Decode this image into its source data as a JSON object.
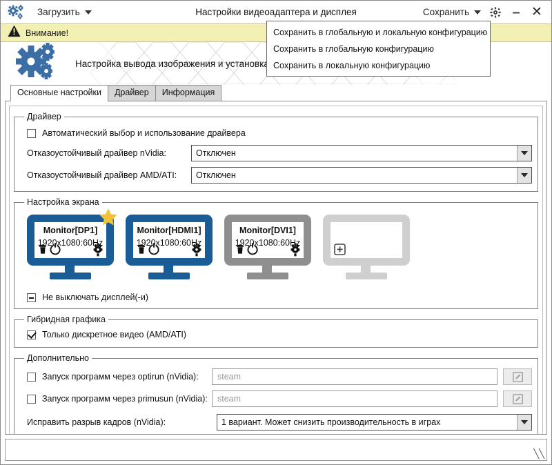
{
  "window": {
    "title": "Настройки видеоадаптера и дисплея",
    "load_menu_label": "Загрузить",
    "save_menu_label": "Сохранить",
    "app_icon": "gears-icon",
    "settings_icon": "gear-icon",
    "minimize_label": "–",
    "close_label": "✕"
  },
  "save_dropdown": {
    "items": [
      {
        "label": "Сохранить в глобальную и локальную конфигурацию"
      },
      {
        "label": "Сохранить в глобальную конфигурацию"
      },
      {
        "label": "Сохранить в локальную конфигурацию"
      }
    ]
  },
  "warning": {
    "icon": "warning-triangle-icon",
    "text": "Внимание!",
    "bg_color": "#f3f0b4"
  },
  "banner": {
    "logo_icon": "gears-logo-icon",
    "text": "Настройка вывода изображения и установка драйвера видеокарты"
  },
  "tabs": [
    {
      "label": "Основные настройки",
      "active": true
    },
    {
      "label": "Драйвер",
      "active": false
    },
    {
      "label": "Информация",
      "active": false
    }
  ],
  "driver_group": {
    "legend": "Драйвер",
    "auto_checkbox": {
      "label": "Автоматический выбор и использование драйвера",
      "checked": false
    },
    "nvidia": {
      "label": "Отказоустойчивый драйвер nVidia:",
      "value": "Отключен"
    },
    "amd": {
      "label": "Отказоустойчивый драйвер AMD/ATI:",
      "value": "Отключен"
    }
  },
  "screen_group": {
    "legend": "Настройка экрана",
    "monitors": [
      {
        "name": "Monitor[DP1]",
        "mode": "1920x1080:60Hz",
        "color": "#1a5c96",
        "primary": true,
        "enabled": true,
        "has_gear": true,
        "icons": [
          "trash-icon",
          "power-icon",
          "gear-icon"
        ]
      },
      {
        "name": "Monitor[HDMI1]",
        "mode": "1920x1080:60Hz",
        "color": "#1a5c96",
        "primary": false,
        "enabled": true,
        "has_gear": true,
        "icons": [
          "trash-icon",
          "power-icon",
          "gear-icon"
        ]
      },
      {
        "name": "Monitor[DVI1]",
        "mode": "1920x1080:60Hz",
        "color": "#8f8f8f",
        "primary": false,
        "enabled": false,
        "has_gear": true,
        "icons": [
          "trash-icon",
          "power-icon",
          "gear-icon"
        ]
      }
    ],
    "add_monitor": {
      "color": "#cfcfcf",
      "icon": "plus-box-icon"
    },
    "no_blank_checkbox": {
      "label": "Не выключать дисплей(-и)",
      "state": "partial"
    }
  },
  "hybrid_group": {
    "legend": "Гибридная графика",
    "discrete_checkbox": {
      "label": "Только дискретное видео (AMD/ATI)",
      "checked": true
    }
  },
  "extra_group": {
    "legend": "Дополнительно",
    "optirun": {
      "label": "Запуск программ через optirun (nVidia):",
      "checked": false,
      "placeholder": "steam",
      "value": "",
      "edit_icon": "pencil-square-icon"
    },
    "primusun": {
      "label": "Запуск программ через primusun (nVidia):",
      "checked": false,
      "placeholder": "steam",
      "value": "",
      "edit_icon": "pencil-square-icon"
    },
    "tearfree": {
      "label": "Исправить разрыв кадров (nVidia):",
      "value": "1 вариант. Может снизить производительность в играх"
    }
  }
}
